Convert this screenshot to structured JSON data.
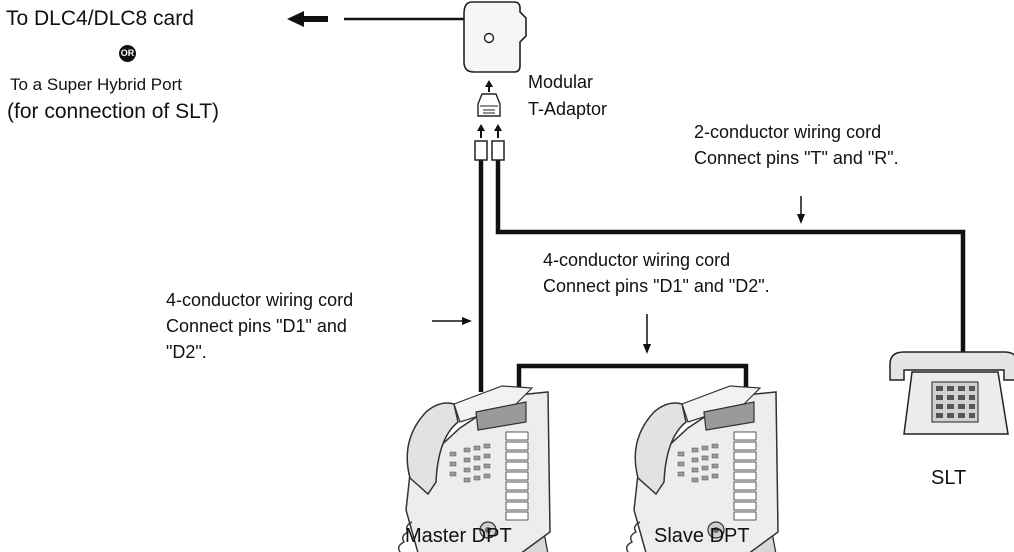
{
  "destination": {
    "line1": "To DLC4/DLC8 card",
    "or_badge": "OR",
    "line2": "To a Super Hybrid Port",
    "line3": "(for connection of SLT)"
  },
  "adaptor": {
    "line1": "Modular",
    "line2": "T-Adaptor"
  },
  "cord_2conductor": {
    "line1": "2-conductor wiring cord",
    "line2": "Connect pins \"T\" and \"R\"."
  },
  "cord_4conductor_top": {
    "line1": "4-conductor wiring cord",
    "line2": "Connect pins \"D1\" and \"D2\"."
  },
  "cord_4conductor_left": {
    "line1": "4-conductor wiring cord",
    "line2": "Connect pins \"D1\" and",
    "line3": "\"D2\"."
  },
  "devices": {
    "master": "Master DPT",
    "slave": "Slave DPT",
    "slt": "SLT"
  }
}
